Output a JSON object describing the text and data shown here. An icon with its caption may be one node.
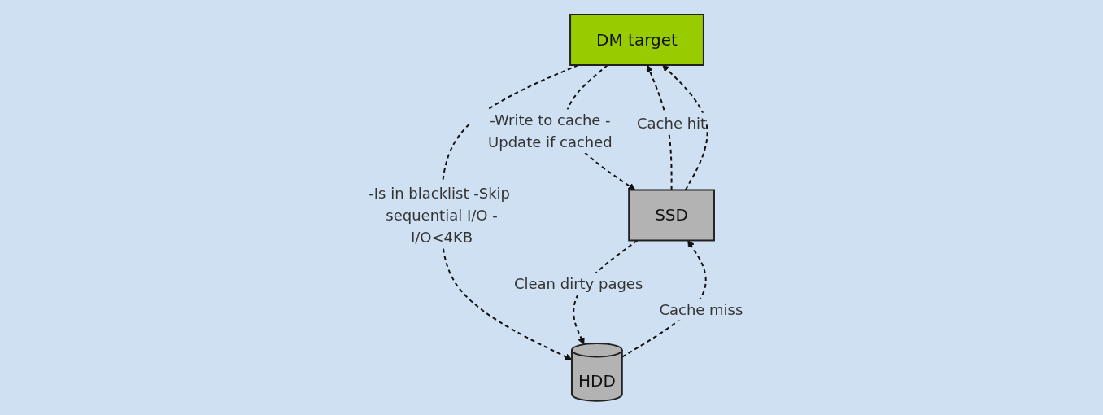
{
  "diagram": {
    "nodes": [
      {
        "text": [
          "DM target"
        ]
      },
      {
        "text": [
          "SSD"
        ]
      },
      {
        "text": [
          "HDD"
        ]
      }
    ],
    "edges": [
      {
        "from": 0,
        "to": 1,
        "arrow": "to",
        "style": "dashed",
        "label": "-Write to cache -Update if cached"
      },
      {
        "from": 1,
        "to": 0,
        "arrow": "to",
        "style": "dashed",
        "label": "Cache hit"
      },
      {
        "from": 1,
        "to": 0,
        "arrow": "to",
        "style": "dashed"
      },
      {
        "from": 0,
        "to": 2,
        "arrow": "to",
        "style": "dashed",
        "label": "-Is in blacklist -Skip sequential I/O -I/O<4KB"
      },
      {
        "from": 2,
        "to": 1,
        "arrow": "to",
        "style": "dashed",
        "label": "Cache miss"
      },
      {
        "from": 1,
        "to": 2,
        "arrow": "to",
        "style": "dashed",
        "label": "Clean dirty pages"
      }
    ]
  }
}
